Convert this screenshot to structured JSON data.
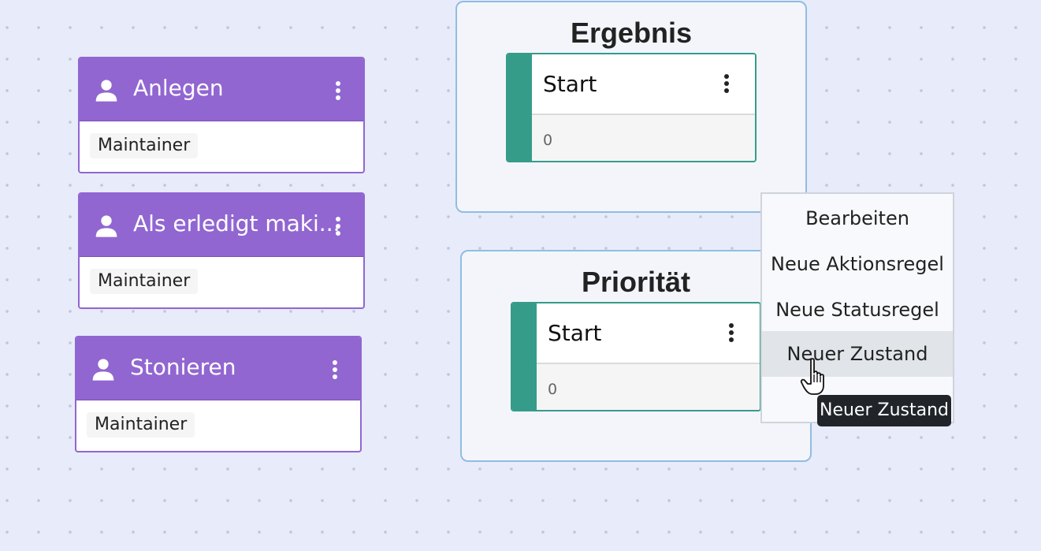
{
  "actions": [
    {
      "title": "Anlegen",
      "role": "Maintainer",
      "icon": "person-icon",
      "menu_icon": "kebab-icon"
    },
    {
      "title": "Als erledigt maki...",
      "role": "Maintainer",
      "icon": "person-icon",
      "menu_icon": "kebab-icon"
    },
    {
      "title": "Stonieren",
      "role": "Maintainer",
      "icon": "person-icon",
      "menu_icon": "kebab-icon"
    }
  ],
  "containers": [
    {
      "title": "Ergebnis",
      "state": {
        "name": "Start",
        "count": "0"
      }
    },
    {
      "title": "Priorität",
      "state": {
        "name": "Start",
        "count": "0"
      }
    }
  ],
  "context_menu": {
    "items": [
      "Bearbeiten",
      "Neue Aktionsregel",
      "Neue Statusregel",
      "Neuer Zustand"
    ],
    "hovered_index": 3
  },
  "tooltip": "Neuer Zustand",
  "colors": {
    "action_purple": "#9166d1",
    "state_teal": "#359c8a",
    "container_border": "#8fbde3",
    "canvas_background": "#e8ebf9",
    "tooltip_background": "#212529"
  }
}
